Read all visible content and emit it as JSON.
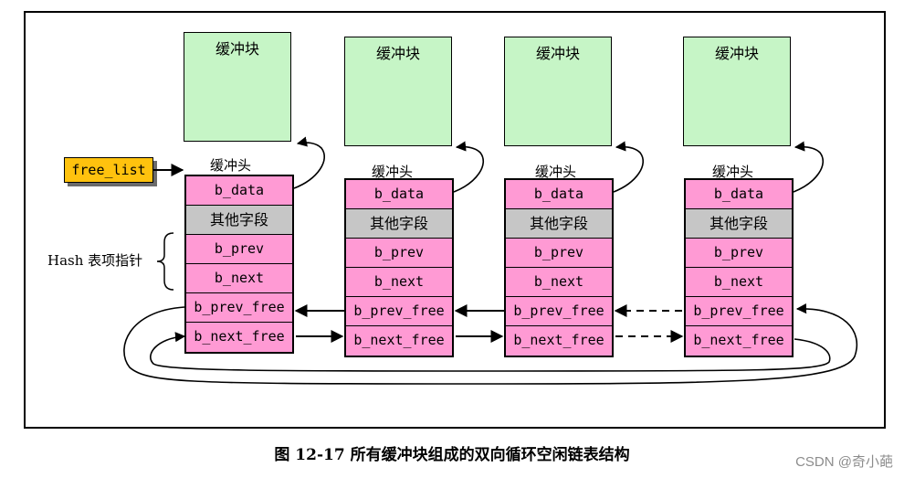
{
  "buffer_block_label": "缓冲块",
  "buffer_head_label": "缓冲头",
  "free_list_label": "free_list",
  "hash_label": "Hash 表项指针",
  "fields": [
    "b_data",
    "其他字段",
    "b_prev",
    "b_next",
    "b_prev_free",
    "b_next_free"
  ],
  "caption": "图 12-17 所有缓冲块组成的双向循环空闲链表结构",
  "watermark": "CSDN @奇小葩"
}
